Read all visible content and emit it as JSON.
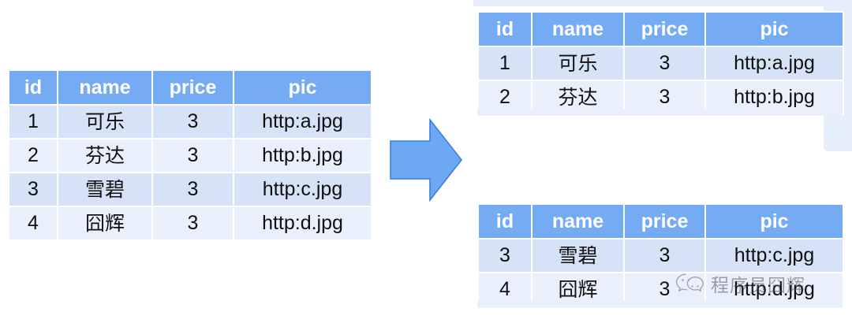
{
  "theme": {
    "header_blue": "#74abf2",
    "row_odd": "#d6e2f6",
    "row_even": "#eaf0fb",
    "arrow_fill": "#6da8f5",
    "arrow_stroke": "#3d7fd4",
    "background": "#ffffff",
    "bg_panel": "#e7eefb",
    "text": "#101010",
    "header_text": "#ffffff"
  },
  "columns": [
    "id",
    "name",
    "price",
    "pic"
  ],
  "source_table": {
    "name": "source-table",
    "headers": [
      "id",
      "name",
      "price",
      "pic"
    ],
    "rows": [
      [
        "1",
        "可乐",
        "3",
        "http:a.jpg"
      ],
      [
        "2",
        "芬达",
        "3",
        "http:b.jpg"
      ],
      [
        "3",
        "雪碧",
        "3",
        "http:c.jpg"
      ],
      [
        "4",
        "囧辉",
        "3",
        "http:d.jpg"
      ]
    ]
  },
  "shard_tables": [
    {
      "name": "shard-table-1",
      "headers": [
        "id",
        "name",
        "price",
        "pic"
      ],
      "rows": [
        [
          "1",
          "可乐",
          "3",
          "http:a.jpg"
        ],
        [
          "2",
          "芬达",
          "3",
          "http:b.jpg"
        ]
      ]
    },
    {
      "name": "shard-table-2",
      "headers": [
        "id",
        "name",
        "price",
        "pic"
      ],
      "rows": [
        [
          "3",
          "雪碧",
          "3",
          "http:c.jpg"
        ],
        [
          "4",
          "囧辉",
          "3",
          "http:d.jpg"
        ]
      ]
    }
  ],
  "arrow": {
    "icon": "right-arrow-icon",
    "direction": "right"
  },
  "watermark": {
    "icon": "wechat-logo-icon",
    "text": "程序员囧辉"
  }
}
